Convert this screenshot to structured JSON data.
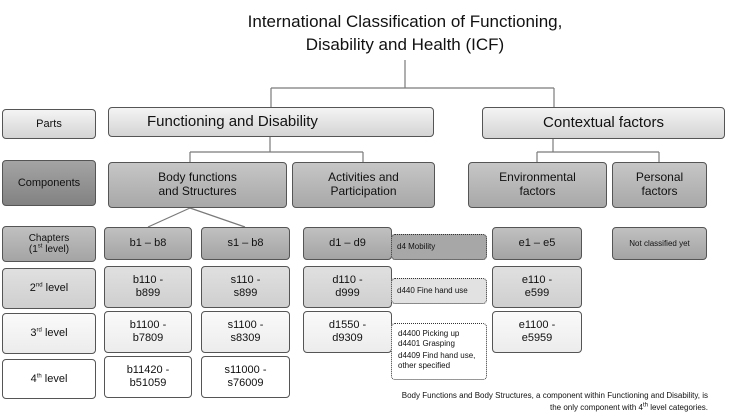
{
  "title": {
    "line1": "International Classification of Functioning,",
    "line2": "Disability and Health (ICF)"
  },
  "row_labels": {
    "parts": "Parts",
    "components": "Components",
    "chapters": "Chapters",
    "chapters_sub_pre": "(1",
    "chapters_sub_sup": "st",
    "chapters_sub_post": " level)",
    "level2_num": "2",
    "level2_sup": "nd",
    "level2_word": " level",
    "level3_num": "3",
    "level3_sup": "rd",
    "level3_word": " level",
    "level4_num": "4",
    "level4_sup": "th",
    "level4_word": " level"
  },
  "parts": {
    "functioning": "Functioning and Disability",
    "contextual": "Contextual factors"
  },
  "components": {
    "body_line1": "Body functions",
    "body_line2": "and Structures",
    "activities_line1": "Activities and",
    "activities_line2": "Participation",
    "environmental_line1": "Environmental",
    "environmental_line2": "factors",
    "personal_line1": "Personal",
    "personal_line2": "factors"
  },
  "chapters": {
    "b": "b1 – b8",
    "s": "s1 – b8",
    "d": "d1 – d9",
    "e": "e1 – e5",
    "personal": "Not classified yet"
  },
  "level2": {
    "b_line1": "b110 -",
    "b_line2": "b899",
    "s_line1": "s110 -",
    "s_line2": "s899",
    "d_line1": "d110 -",
    "d_line2": "d999",
    "e_line1": "e110 -",
    "e_line2": "e599"
  },
  "level3": {
    "b_line1": "b1100 -",
    "b_line2": "b7809",
    "s_line1": "s1100 -",
    "s_line2": "s8309",
    "d_line1": "d1550 -",
    "d_line2": "d9309",
    "e_line1": "e1100 -",
    "e_line2": "e5959"
  },
  "level4": {
    "b_line1": "b11420 -",
    "b_line2": "b51059",
    "s_line1": "s11000 -",
    "s_line2": "s76009"
  },
  "examples": {
    "mobility": "d4 Mobility",
    "fine_hand": "d440 Fine hand use",
    "picking_up": "d4400 Picking up",
    "grasping": "d4401 Grasping",
    "find_hand_line1": "d4409 Find hand use,",
    "find_hand_line2": "other specified"
  },
  "footnote": {
    "line1": "Body Functions and Body Structures, a component within Functioning and Disability, is",
    "line2_pre": "the only component with 4",
    "line2_sup": "th",
    "line2_post": " level categories."
  }
}
